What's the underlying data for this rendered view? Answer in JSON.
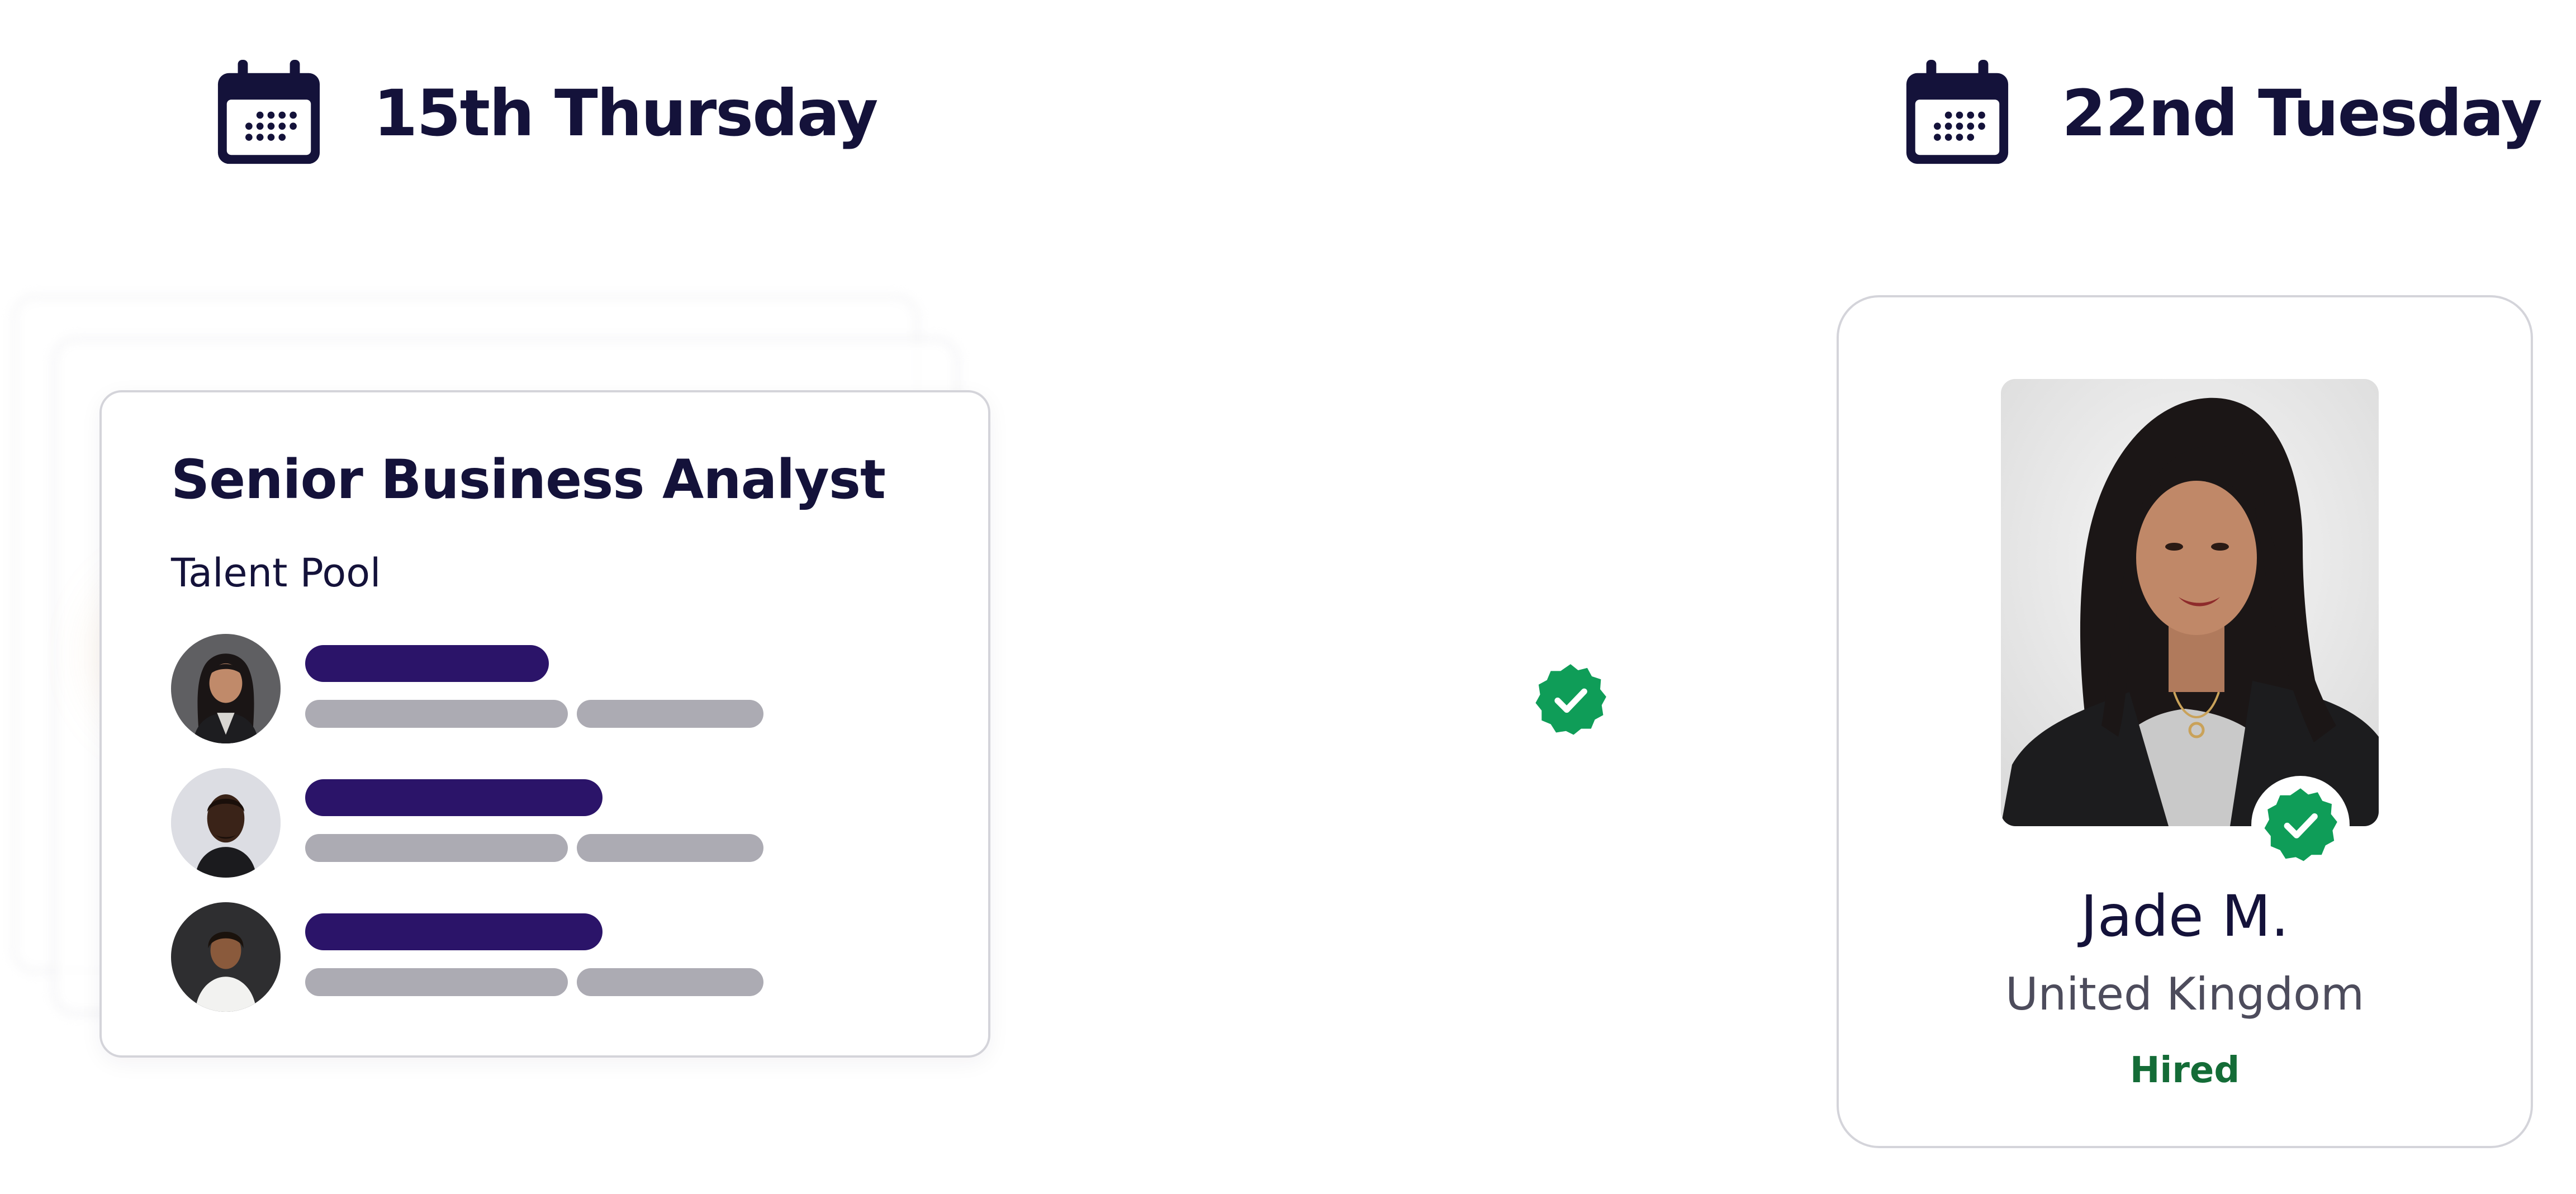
{
  "left_panel": {
    "date_label": "15th Thursday",
    "icon": "calendar-icon",
    "job_card": {
      "title": "Senior Business Analyst",
      "section_label": "Talent Pool",
      "candidates": [
        {
          "avatar": "avatar-woman-long-dark-hair-icon"
        },
        {
          "avatar": "avatar-man-dark-skin-icon"
        },
        {
          "avatar": "avatar-woman-short-hair-icon"
        }
      ]
    }
  },
  "center": {
    "icon": "verified-check-icon"
  },
  "right_panel": {
    "date_label": "22nd Tuesday",
    "icon": "calendar-icon",
    "profile_card": {
      "name": "Jade M.",
      "country": "United Kingdom",
      "status": "Hired",
      "badge_icon": "verified-check-icon"
    }
  },
  "colors": {
    "heading": "#14123a",
    "name_bar": "#2b1469",
    "meta_bar": "#acabb3",
    "verified_green": "#0f9d58",
    "status_green": "#146c37"
  }
}
